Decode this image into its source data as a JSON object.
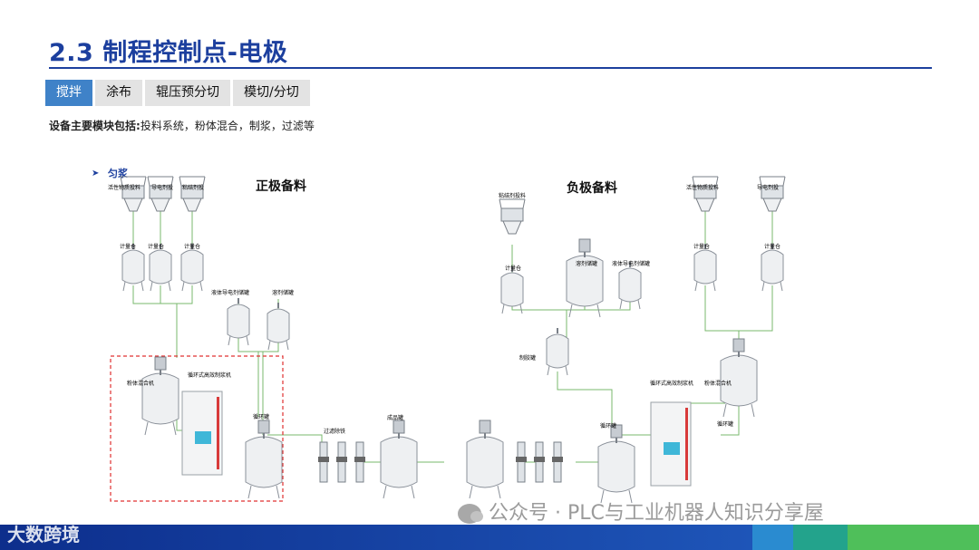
{
  "header": {
    "title": "2.3 制程控制点-电极"
  },
  "tabs": [
    {
      "label": "搅拌",
      "active": true
    },
    {
      "label": "涂布",
      "active": false
    },
    {
      "label": "辊压预分切",
      "active": false
    },
    {
      "label": "模切/分切",
      "active": false
    }
  ],
  "subtitle": {
    "bold": "设备主要模块包括:",
    "text": "投料系统，粉体混合，制浆，过滤等"
  },
  "diagram": {
    "section_label": "匀浆",
    "positive": {
      "title": "正极备料",
      "feeds": [
        "活性物质投料",
        "导电剂投",
        "粘结剂投"
      ],
      "scales": [
        "计量仓",
        "计量仓",
        "计量仓"
      ],
      "liquid_tanks": [
        "液体导电剂储罐",
        "溶剂储罐"
      ],
      "powder_mixer": "粉体混合机",
      "pulper": "循环式高效制浆机",
      "circ_tank": "循环罐",
      "filter": "过滤除铁",
      "product_tank": "成品罐"
    },
    "negative": {
      "title": "负极备料",
      "binder_feed": "粘结剂投料",
      "scale": "计量仓",
      "solvent_tank": "溶剂储罐",
      "liquid_tank": "液体导电剂储罐",
      "glue_tank": "制胶罐",
      "feeds": [
        "活性物质投料",
        "导电剂投"
      ],
      "scales": [
        "计量仓",
        "计量仓"
      ],
      "pulper": "循环式高效制浆机",
      "powder_mixer": "粉体混合机",
      "circ_tank_left": "循环罐",
      "circ_tank_right": "循环罐"
    }
  },
  "watermark": "公众号 · PLC与工业机器人知识分享屋",
  "brand": "大数跨境",
  "colors": {
    "title": "#1c3f9e",
    "tab_active": "#3f82c8",
    "pipe": "#79b86e",
    "dashed_box": "#e03030"
  }
}
